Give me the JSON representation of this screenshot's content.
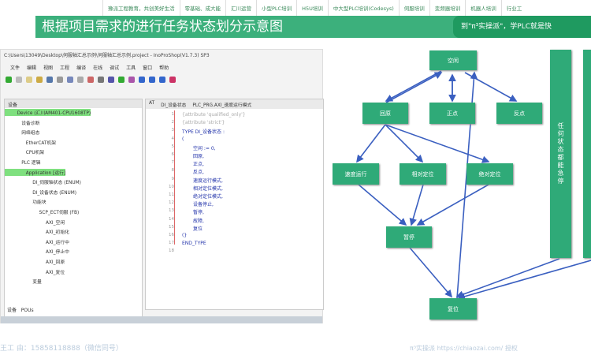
{
  "topnav": [
    "豫派工程教育，共创美好生活",
    "零基础、成大能",
    "汇川运营",
    "小型PLC培训",
    "H5U培训",
    "中大型PLC培训(Codesys)",
    "伺服培训",
    "变频器培训",
    "机器人培训",
    "行业工"
  ],
  "banner": {
    "title": "根据项目需求的进行任务状态划分示意图",
    "slogan": "到\"π³实操派\"，学PLC就是快"
  },
  "ide": {
    "title": "C:\\Users\\13049\\Desktop\\伺服轴汇总示例\\伺服轴汇总示例.project - InoProShop(V1.7.3) SP3",
    "menu": [
      "文件",
      "编辑",
      "视图",
      "工程",
      "编译",
      "在线",
      "调试",
      "工具",
      "窗口",
      "帮助"
    ],
    "panel_title": "设备",
    "tree": [
      "Device (汇川AM401-CPU1608TP)",
      "设备诊断",
      "网络组态",
      "EtherCAT机架",
      "CPU机架",
      "PLC 逻辑",
      "Application [运行]",
      "DI_伺服轴状态 (ENUM)",
      "DI_设备状态 (ENUM)",
      "功能块",
      "SCP_ECT伺服 (FB)",
      "AXI_空闲",
      "AXI_初始化",
      "AXI_运行中",
      "AXI_停止中",
      "AXI_回原",
      "AXI_复位",
      "变量"
    ],
    "bottom_tabs": [
      "设备",
      "POUs"
    ],
    "tabs": [
      "AT",
      "DI_设备状态",
      "PLC_PRG.AXI_速度运行模式"
    ],
    "code": [
      "{attribute 'qualified_only'}",
      "{attribute 'strict'}",
      "TYPE DI_设备状态 :",
      "(",
      "空闲 := 0,",
      "回原,",
      "正点,",
      "反点,",
      "速度运行模式,",
      "相对定位模式,",
      "绝对定位模式,",
      "设备停止,",
      "暂停,",
      "故障,",
      "复位",
      "(}",
      "END_TYPE",
      ""
    ]
  },
  "diagram": {
    "idle": "空闲",
    "home": "回原",
    "jog_pos": "正点",
    "jog_neg": "反点",
    "velocity": "速度运行",
    "relative": "相对定位",
    "absolute": "绝对定位",
    "pause": "暂停",
    "reset": "复位",
    "all_states": "任何状态都能急停"
  },
  "footer": {
    "left": "王工 由：15858118888（微信同号）",
    "right": "π³实操派 https://chiaozai.com/ 授权"
  }
}
